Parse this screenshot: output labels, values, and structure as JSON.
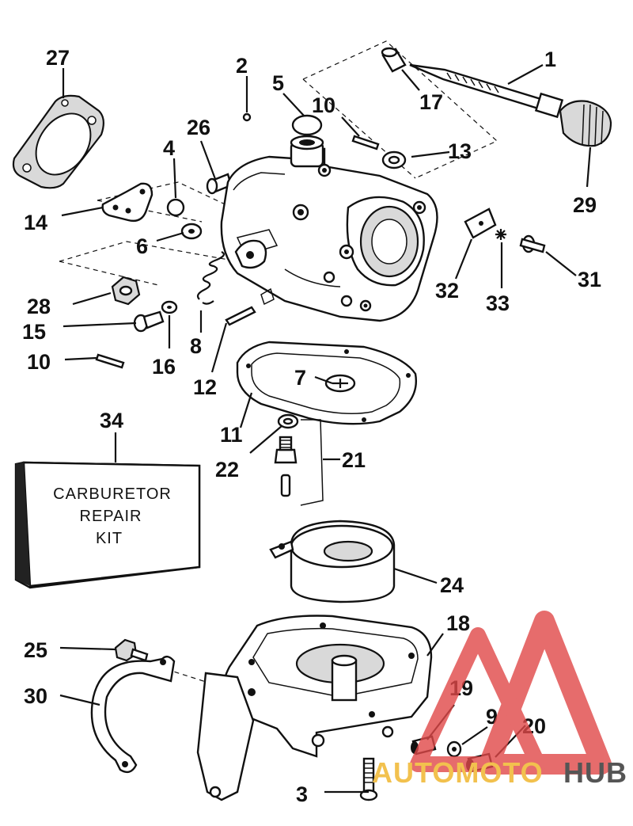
{
  "diagram": {
    "title": "Carburetor exploded view",
    "kit_label": [
      "CARBURETOR",
      "REPAIR",
      "KIT"
    ],
    "callouts": [
      "1",
      "2",
      "3",
      "4",
      "5",
      "6",
      "7",
      "8",
      "9",
      "10",
      "10",
      "11",
      "12",
      "13",
      "14",
      "15",
      "16",
      "17",
      "18",
      "19",
      "20",
      "21",
      "22",
      "24",
      "25",
      "26",
      "27",
      "28",
      "29",
      "30",
      "31",
      "32",
      "33",
      "34"
    ]
  },
  "watermark": {
    "brand_part1": "AUTOMOTO",
    "brand_part2": "HUB",
    "color_primary": "#e04848",
    "color_accent": "#f2c14e",
    "color_dark": "#555555"
  }
}
